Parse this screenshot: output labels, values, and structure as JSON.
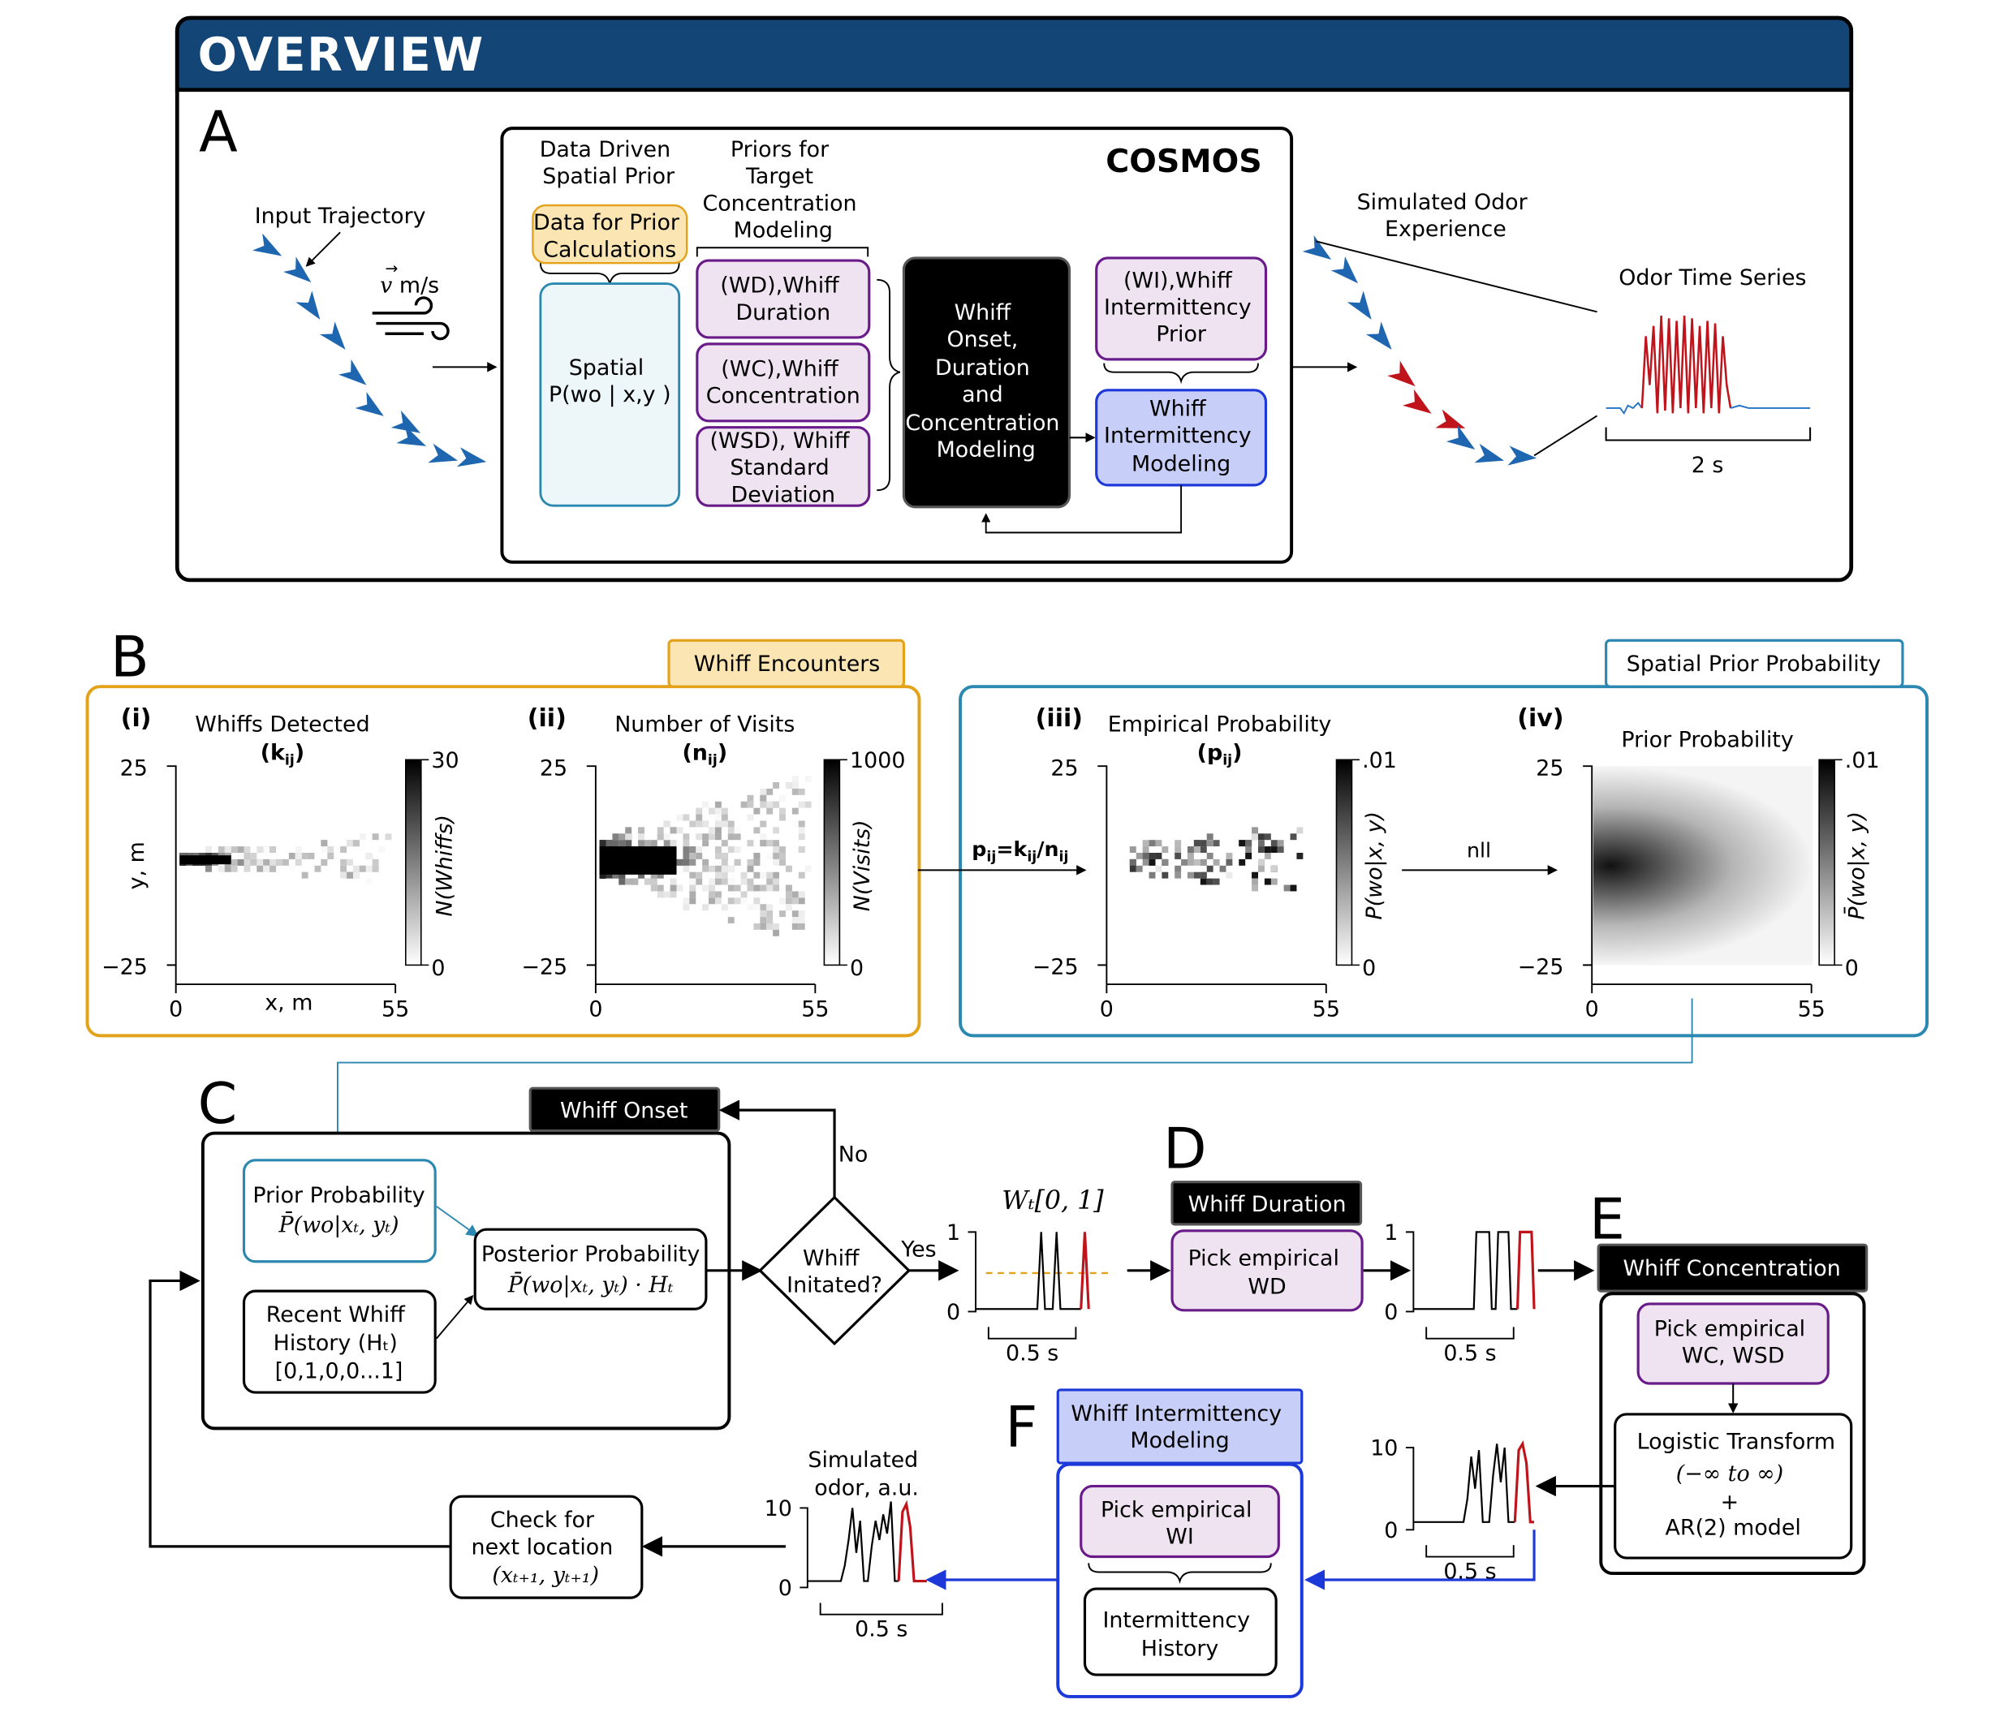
{
  "overview": {
    "banner_title": "OVERVIEW",
    "panel_letter": "A",
    "input_trajectory_label": "Input Trajectory",
    "velocity_label": "⃗v m/s",
    "cosmos_title": "COSMOS",
    "data_driven_spatial_prior": [
      "Data Driven",
      "Spatial Prior"
    ],
    "priors_for_target_concentration": [
      "Priors for",
      "Target",
      "Concentration",
      "Modeling"
    ],
    "data_for_prior_calculations": [
      "Data for Prior",
      "Calculations"
    ],
    "spatial_box": [
      "Spatial",
      "P(wo | x,y )"
    ],
    "wd_box": [
      "(WD),Whiff",
      "Duration"
    ],
    "wc_box": [
      "(WC),Whiff",
      "Concentration"
    ],
    "wsd_box": [
      "(WSD), Whiff",
      "Standard",
      "Deviation"
    ],
    "onset_box": [
      "Whiff",
      "Onset,",
      "Duration",
      "and",
      "Concentration",
      "Modeling"
    ],
    "wi_prior_box": [
      "(WI),Whiff",
      "Intermittency",
      "Prior"
    ],
    "wi_model_box": [
      "Whiff",
      "Intermittency",
      "Modeling"
    ],
    "simulated_odor_experience": [
      "Simulated Odor",
      "Experience"
    ],
    "odor_time_series_title": "Odor Time Series",
    "time_scale": "2 s"
  },
  "panel_b": {
    "letter": "B",
    "whiff_encounters_tag": "Whiff Encounters",
    "spatial_prior_tag": "Spatial Prior Probability",
    "plots": [
      {
        "num": "(i)",
        "title": "Whiffs Detected",
        "symbol": "(k",
        "sub": "ij",
        "close": ")",
        "cbar_max": "30",
        "cbar_min": "0",
        "cbar_label": "N(Whiffs)"
      },
      {
        "num": "(ii)",
        "title": "Number of Visits",
        "symbol": "(n",
        "sub": "ij",
        "close": ")",
        "cbar_max": "1000",
        "cbar_min": "0",
        "cbar_label": "N(Visits)"
      },
      {
        "num": "(iii)",
        "title": "Empirical Probability",
        "symbol": "(p",
        "sub": "ij",
        "close": ")",
        "cbar_max": ".01",
        "cbar_min": "0",
        "cbar_label": "P(wo|x, y)"
      },
      {
        "num": "(iv)",
        "title": "Prior Probability",
        "symbol": "",
        "sub": "",
        "close": "",
        "cbar_max": ".01",
        "cbar_min": "0",
        "cbar_label": "P̄(wo|x, y)"
      }
    ],
    "y_ticks": [
      "25",
      "−25"
    ],
    "x_ticks": [
      "0",
      "55"
    ],
    "x_label": "x, m",
    "y_label": "y, m",
    "formula": "pᵢⱼ=kᵢⱼ/nᵢⱼ",
    "formula_parts": [
      "p",
      "ij",
      "=k",
      "ij",
      "/n",
      "ij"
    ],
    "nll_label": "nll"
  },
  "panel_c": {
    "letter": "C",
    "whiff_onset_tag": "Whiff Onset",
    "prior_probability": "Prior Probability",
    "prior_formula": "P̄(wo|xₜ, yₜ)",
    "recent_whiff_history": [
      "Recent Whiff",
      "History (Hₜ)",
      "[0,1,0,0...1]"
    ],
    "posterior_probability": "Posterior Probability",
    "posterior_formula": "P̄(wo|xₜ, yₜ) · Hₜ",
    "decision": [
      "Whiff",
      "Initated?"
    ],
    "no_label": "No",
    "yes_label": "Yes",
    "plot_title": "Wₜ[0, 1]",
    "y_ticks": [
      "1",
      "0"
    ],
    "time_scale": "0.5 s"
  },
  "panel_d": {
    "letter": "D",
    "tag": "Whiff Duration",
    "pick_box": [
      "Pick empirical",
      "WD"
    ],
    "y_ticks": [
      "1",
      "0"
    ],
    "time_scale": "0.5 s"
  },
  "panel_e": {
    "letter": "E",
    "tag": "Whiff Concentration",
    "pick_box": [
      "Pick empirical",
      "WC, WSD"
    ],
    "logistic_box": [
      "Logistic Transform",
      "(−∞ to ∞)",
      "+",
      "AR(2) model"
    ],
    "y_ticks": [
      "10",
      "0"
    ],
    "time_scale": "0.5 s"
  },
  "panel_f": {
    "letter": "F",
    "tag": [
      "Whiff Intermittency",
      "Modeling"
    ],
    "pick_box": [
      "Pick empirical",
      "WI"
    ],
    "history_box": [
      "Intermittency",
      "History"
    ],
    "plot_title": [
      "Simulated",
      "odor, a.u."
    ],
    "y_ticks": [
      "10",
      "0"
    ],
    "time_scale": "0.5 s",
    "check_box": [
      "Check for",
      "next location",
      "(xₜ₊₁, yₜ₊₁)"
    ]
  },
  "colors": {
    "banner_blue": "#134677",
    "trajectory_blue": "#1f66b0",
    "trajectory_red": "#c0141c",
    "odor_red": "#c0141c",
    "odor_blue": "#2474c4",
    "whiff_orange": "#e3a21a",
    "orange_fill": "#fbe6b3",
    "spatial_blue": "#2b88b0",
    "purple": "#6a1b8a",
    "lavender_fill": "#efe3f2",
    "model_blue": "#1d38d8",
    "model_blue_fill": "#c7cff9"
  }
}
